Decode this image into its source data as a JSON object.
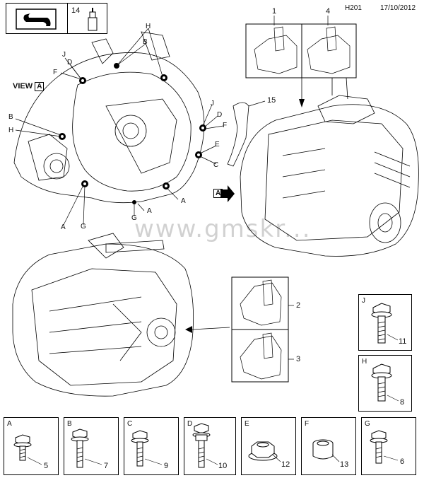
{
  "header": {
    "ref": "H201",
    "date": "17/10/2012",
    "tool_callout": "14"
  },
  "watermark": "www.gmskr...",
  "view_label": "VIEW",
  "view_boxed": "A",
  "arrow_label": "A",
  "top_view_letters": {
    "J": "J",
    "D": "D",
    "F": "F",
    "B1": "B",
    "H1": "H",
    "H2": "H",
    "B2": "B",
    "A1": "A",
    "G1": "G",
    "G2": "G",
    "A2": "A",
    "J2": "J",
    "D2": "D",
    "F2": "F",
    "E": "E",
    "C": "C",
    "A3": "A"
  },
  "callouts": {
    "c1": "1",
    "c4": "4",
    "c15": "15",
    "c2": "2",
    "c3": "3"
  },
  "fasteners": [
    {
      "letter": "A",
      "number": "5"
    },
    {
      "letter": "B",
      "number": "7"
    },
    {
      "letter": "C",
      "number": "9"
    },
    {
      "letter": "D",
      "number": "10"
    },
    {
      "letter": "E",
      "number": "12"
    },
    {
      "letter": "F",
      "number": "13"
    },
    {
      "letter": "G",
      "number": "6"
    }
  ],
  "side_fasteners": [
    {
      "letter": "J",
      "number": "11"
    },
    {
      "letter": "H",
      "number": "8"
    }
  ]
}
